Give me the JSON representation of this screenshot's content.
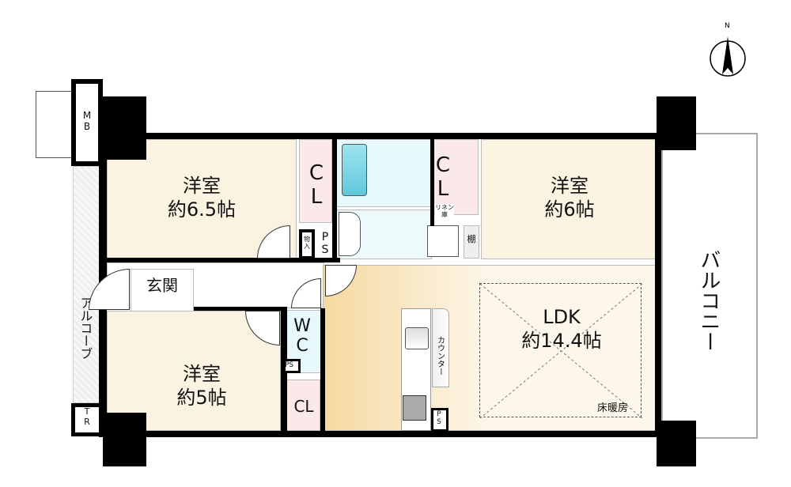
{
  "compass": {
    "north_label": "N"
  },
  "rooms": {
    "western1": {
      "name": "洋室",
      "size": "約6.5帖"
    },
    "western2": {
      "name": "洋室",
      "size": "約6帖"
    },
    "western3": {
      "name": "洋室",
      "size": "約5帖"
    },
    "ldk": {
      "name": "LDK",
      "size": "約14.4帖",
      "floor_heating": "床暖房"
    },
    "entrance": "玄関",
    "balcony": "バルコニー",
    "alcove": "アルコーブ",
    "wc": "WC",
    "cl_a": "CL",
    "cl_b": "CL",
    "cl_c": "CL",
    "ps1": "PS",
    "ps2": "PS",
    "ps3": "PS",
    "mono": "物入",
    "linen": "リネン庫",
    "shelf": "棚",
    "counter": "カウンター",
    "mb": "MB",
    "tr": "TR"
  },
  "colors": {
    "cream": "#fbf3e1",
    "pink": "#fbe9ea",
    "aqua": "#e6f8fb",
    "ldk_dark": "#f5d9a0",
    "ldk_light": "#fdf6ea"
  }
}
